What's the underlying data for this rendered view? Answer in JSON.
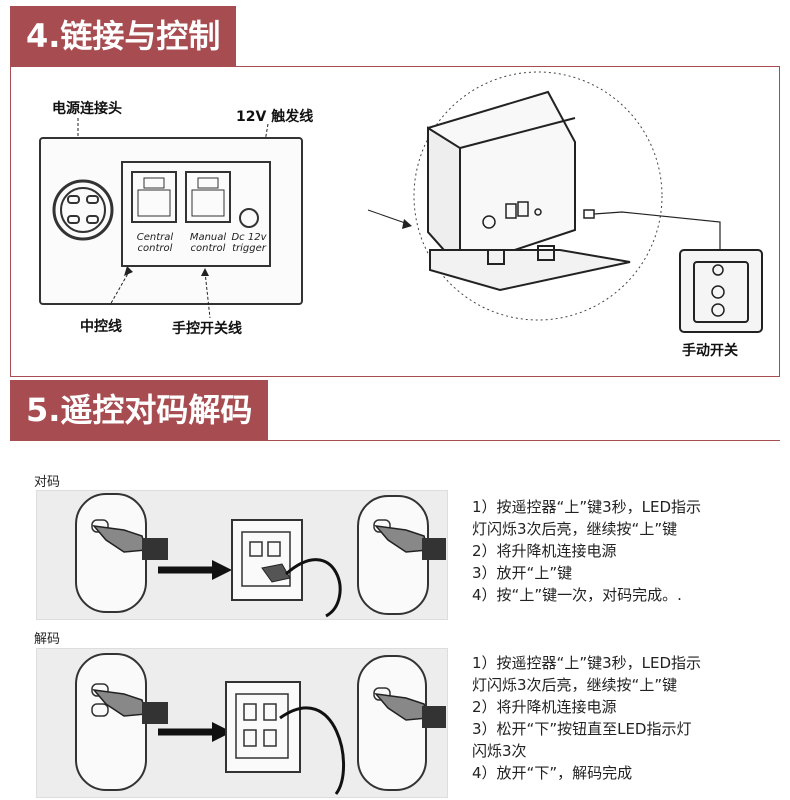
{
  "section1": {
    "title": "4.链接与控制",
    "power_connector": "电源连接头",
    "trigger_12v": "12V 触发线",
    "central_control_label": "中控线",
    "manual_switch_wire_label": "手控开关线",
    "manual_switch_label": "手动开关",
    "panel_central_1": "Central",
    "panel_central_2": "control",
    "panel_manual_1": "Manual",
    "panel_manual_2": "control",
    "panel_dc_1": "Dc 12v",
    "panel_dc_2": "trigger"
  },
  "section2": {
    "title": "5.遥控对码解码",
    "pair": {
      "label": "对码",
      "steps": [
        "1）按遥控器“上”键3秒，LED指示",
        "灯闪烁3次后亮，继续按“上”键",
        "2）将升降机连接电源",
        "3）放开“上”键",
        "4）按“上”键一次，对码完成。."
      ]
    },
    "unpair": {
      "label": "解码",
      "steps": [
        "1）按遥控器“上”键3秒，LED指示",
        "灯闪烁3次后亮，继续按“上”键",
        "2）将升降机连接电源",
        "3）松开“下”按钮直至LED指示灯",
        "闪烁3次",
        "4）放开“下”，解码完成"
      ]
    }
  }
}
